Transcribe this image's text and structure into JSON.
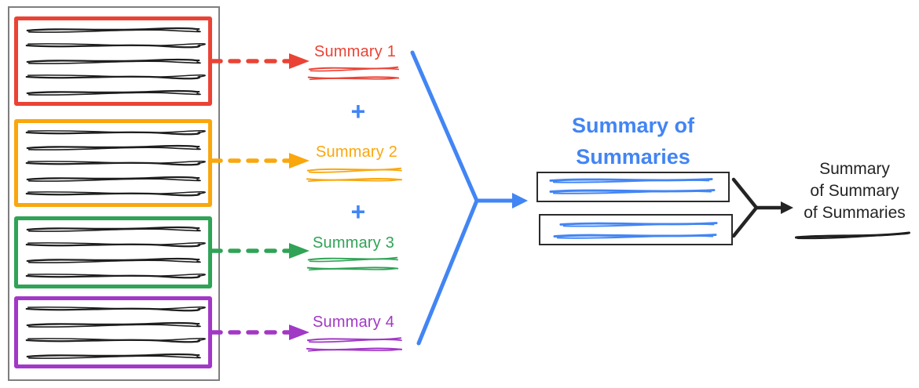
{
  "diagram": {
    "colors": {
      "red": "#EA4335",
      "orange": "#F9A70D",
      "green": "#30A356",
      "purple": "#A238C6",
      "blue": "#4285F4",
      "ink": "#1E1E1E",
      "panel_border_gray": "#7E7E7E",
      "summary_box_border": "#2B2B2B"
    },
    "source_documents": [
      {
        "name": "document-1",
        "border_color": "#EA4335",
        "scribble_lines": 5
      },
      {
        "name": "document-2",
        "border_color": "#F9A70D",
        "scribble_lines": 5
      },
      {
        "name": "document-3",
        "border_color": "#30A356",
        "scribble_lines": 4
      },
      {
        "name": "document-4",
        "border_color": "#A238C6",
        "scribble_lines": 4
      }
    ],
    "summaries": [
      {
        "label": "Summary 1",
        "color": "#EA4335"
      },
      {
        "label": "Summary 2",
        "color": "#F9A70D"
      },
      {
        "label": "Summary 3",
        "color": "#30A356"
      },
      {
        "label": "Summary 4",
        "color": "#A238C6"
      }
    ],
    "operators": {
      "plus_1": "+",
      "plus_2": "+"
    },
    "stage2_title": {
      "line1": "Summary of",
      "line2": "Summaries",
      "color": "#4285F4",
      "box_count": 2
    },
    "stage3_label": {
      "line1": "Summary",
      "line2": "of Summary",
      "line3": "of Summaries",
      "color": "#242424"
    }
  }
}
